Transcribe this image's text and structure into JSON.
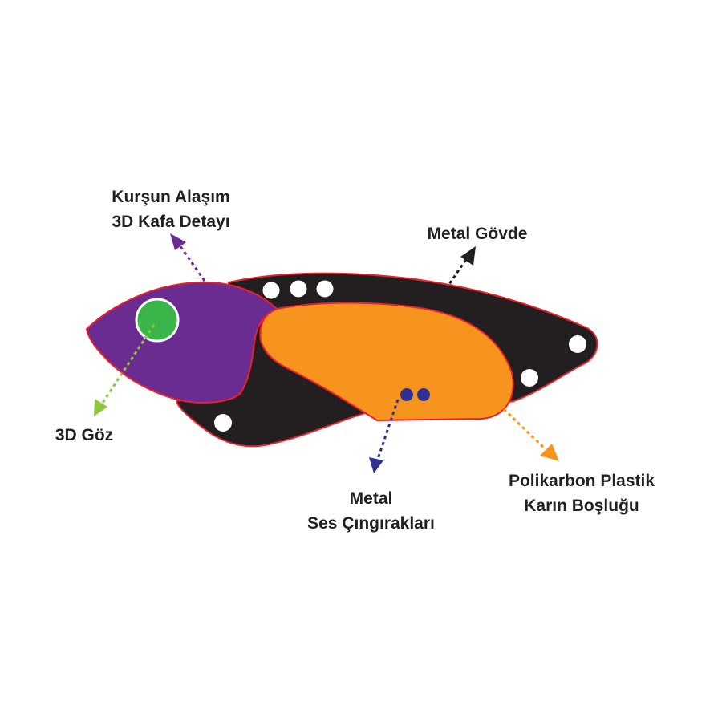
{
  "colors": {
    "background": "#ffffff",
    "body": "#231f20",
    "head": "#6a2c91",
    "belly": "#f7941e",
    "eye": "#39b54a",
    "outline": "#e8212a",
    "rattle": "#2e3192",
    "text": "#231f20"
  },
  "labels": {
    "head_detail": [
      "Kurşun Alaşım",
      "3D Kafa Detayı"
    ],
    "metal_body": [
      "Metal Gövde"
    ],
    "eye": [
      "3D Göz"
    ],
    "rattles": [
      "Metal",
      "Ses Çıngırakları"
    ],
    "belly": [
      "Polikarbon Plastik",
      "Karın Boşluğu"
    ]
  }
}
